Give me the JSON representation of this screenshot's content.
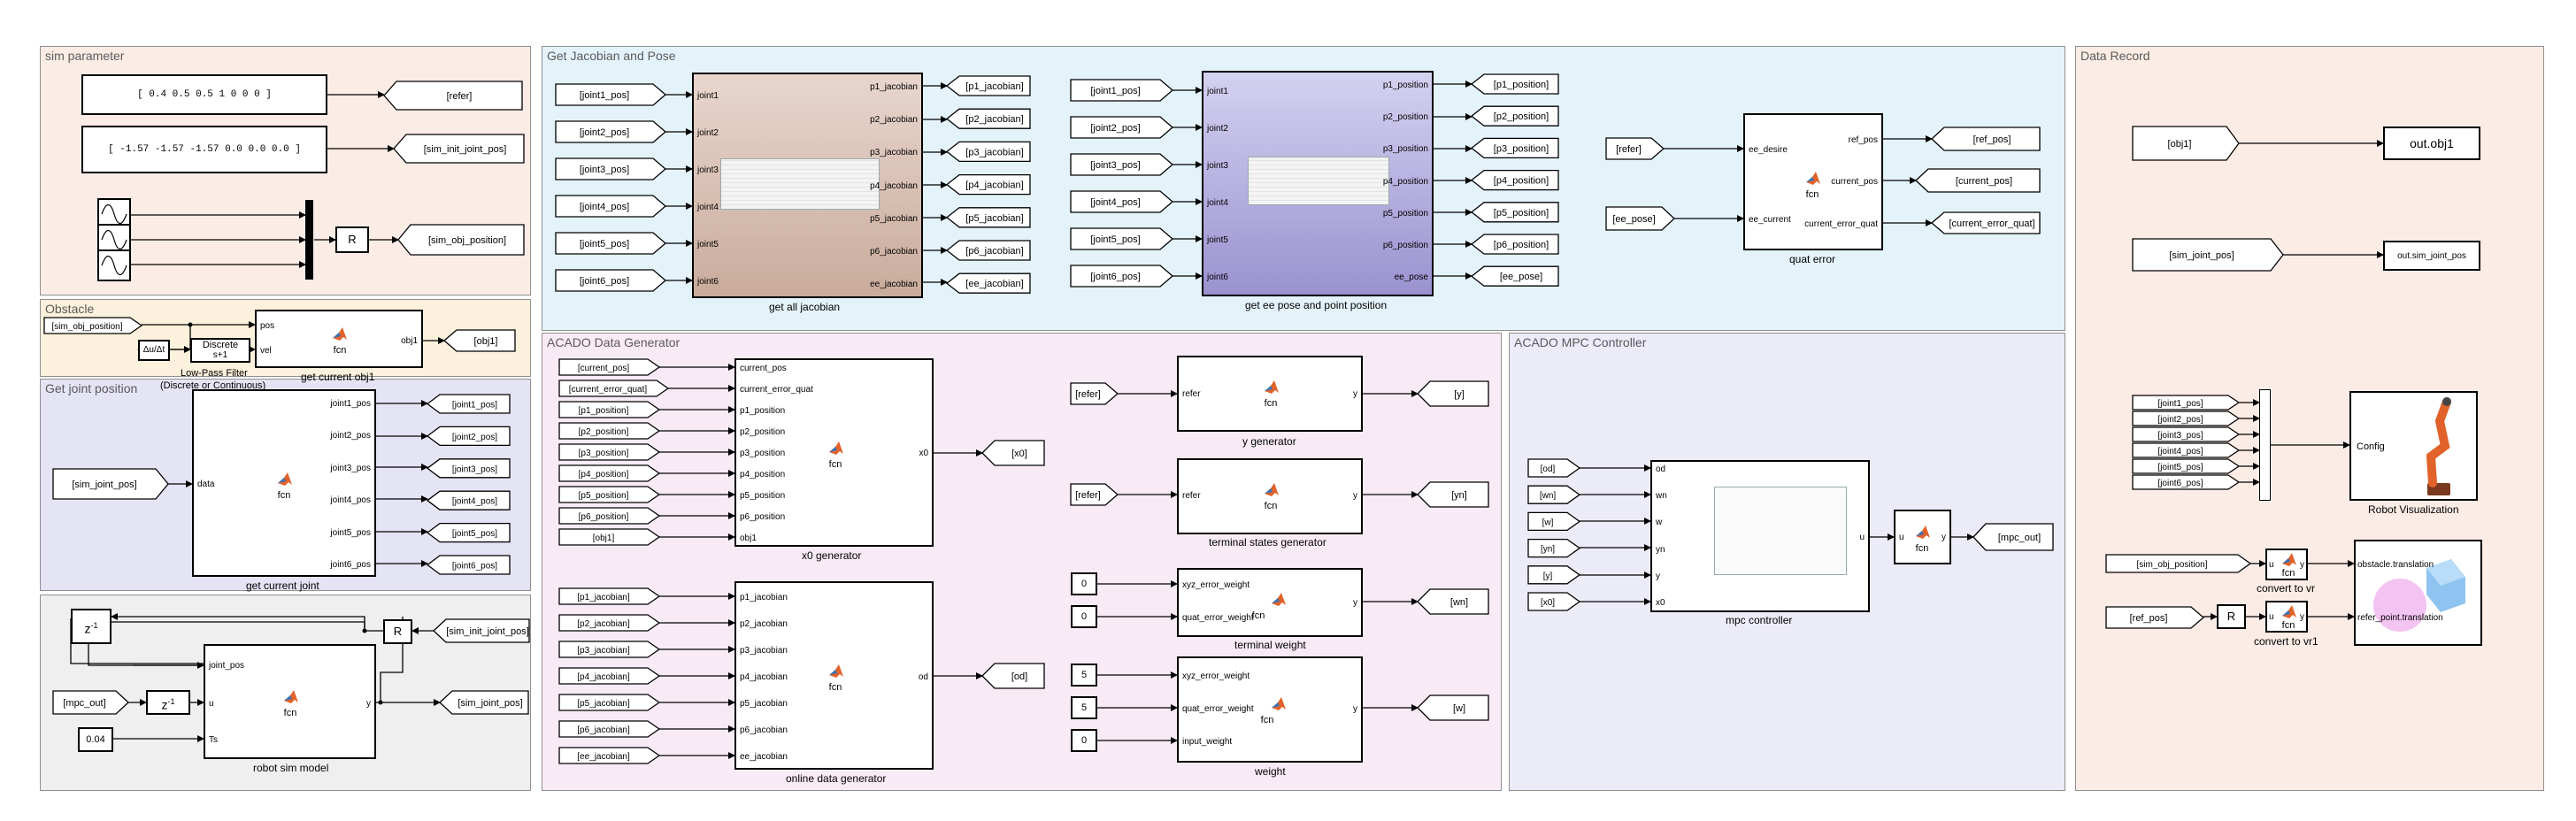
{
  "areas": {
    "sim_parameter": "sim parameter",
    "obstacle": "Obstacle",
    "get_joint_position": "Get joint position",
    "get_jacobian": "Get Jacobian and Pose",
    "acado_data": "ACADO Data Generator",
    "acado_mpc": "ACADO MPC Controller",
    "data_record": "Data Record"
  },
  "constants": {
    "refer_vec": "[  0.4  0.5  0.5    1    0    0    0  ]",
    "init_joint_vec": "[  -1.57  -1.57  -1.57    0.0    0.0    0.0  ]",
    "ts": "0.04",
    "tw_xyz": "0",
    "tw_quat": "0",
    "w_xyz": "5",
    "w_quat": "5",
    "w_input": "0"
  },
  "tags": {
    "refer": "[refer]",
    "sim_init_joint_pos": "[sim_init_joint_pos]",
    "sim_obj_position": "[sim_obj_position]",
    "sim_obj_position_short": "[sim_obj_position]",
    "obj1": "[obj1]",
    "mpc_out": "[mpc_out]",
    "sim_joint_pos": "[sim_joint_pos]",
    "joint1": "[joint1_pos]",
    "joint2": "[joint2_pos]",
    "joint3": "[joint3_pos]",
    "joint4": "[joint4_pos]",
    "joint5": "[joint5_pos]",
    "joint6": "[joint6_pos]",
    "p1_jacobian": "[p1_jacobian]",
    "p2_jacobian": "[p2_jacobian]",
    "p3_jacobian": "[p3_jacobian]",
    "p4_jacobian": "[p4_jacobian]",
    "p5_jacobian": "[p5_jacobian]",
    "p6_jacobian": "[p6_jacobian]",
    "ee_jacobian": "[ee_jacobian]",
    "p1_position": "[p1_position]",
    "p2_position": "[p2_position]",
    "p3_position": "[p3_position]",
    "p4_position": "[p4_position]",
    "p5_position": "[p5_position]",
    "p6_position": "[p6_position]",
    "ee_pose": "[ee_pose]",
    "ref_pos": "[ref_pos]",
    "current_pos": "[current_pos]",
    "current_error_quat": "[current_error_quat]",
    "x0": "[x0]",
    "od": "[od]",
    "y": "[y]",
    "yn": "[yn]",
    "wn": "[wn]",
    "w": "[w]"
  },
  "blocks": {
    "get_current_obj1": "get current obj1",
    "low_pass": "Low-Pass Filter",
    "low_pass_sub": "(Discrete or Continuous)",
    "discrete_tf": "Discrete",
    "get_current_joint": "get current joint",
    "robot_sim_model": "robot sim model",
    "get_all_jacobian": "get all jacobian",
    "get_ee_pose": "get ee pose and point position",
    "quat_error": "quat error",
    "x0_generator": "x0 generator",
    "online_data_generator": "online data generator",
    "y_generator": "y generator",
    "terminal_states_generator": "terminal states generator",
    "terminal_weight": "terminal weight",
    "weight": "weight",
    "mpc_controller": "mpc controller",
    "robot_visualization": "Robot Visualization",
    "convert_to_vr": "convert to vr",
    "convert_to_vr1": "convert to vr1",
    "out_obj1": "out.obj1",
    "out_sim_joint_pos": "out.sim_joint_pos",
    "fcn": "fcn",
    "R": "R",
    "z_inv": "z",
    "config": "Config",
    "obstacle_translation": "obstacle.translation",
    "refer_point_translation": "refer_point.translation"
  },
  "ports": {
    "joint_in": [
      "joint1",
      "joint2",
      "joint3",
      "joint4",
      "joint5",
      "joint6"
    ],
    "joint_pos_out": [
      "joint1_pos",
      "joint2_pos",
      "joint3_pos",
      "joint4_pos",
      "joint5_pos",
      "joint6_pos"
    ],
    "jacobian_out": [
      "p1_jacobian",
      "p2_jacobian",
      "p3_jacobian",
      "p4_jacobian",
      "p5_jacobian",
      "p6_jacobian",
      "ee_jacobian"
    ],
    "position_out": [
      "p1_position",
      "p2_position",
      "p3_position",
      "p4_position",
      "p5_position",
      "p6_position",
      "ee_pose"
    ],
    "x0_in": [
      "current_pos",
      "current_error_quat",
      "p1_position",
      "p2_position",
      "p3_position",
      "p4_position",
      "p5_position",
      "p6_position",
      "obj1"
    ],
    "od_in": [
      "p1_jacobian",
      "p2_jacobian",
      "p3_jacobian",
      "p4_jacobian",
      "p5_jacobian",
      "p6_jacobian",
      "ee_jacobian"
    ],
    "mpc_in": [
      "od",
      "wn",
      "w",
      "yn",
      "y",
      "x0"
    ],
    "quat_in": [
      "ee_desire",
      "ee_current"
    ],
    "quat_out": [
      "ref_pos",
      "current_pos",
      "current_error_quat"
    ],
    "misc": {
      "data": "data",
      "pos": "pos",
      "vel": "vel",
      "obj1": "obj1",
      "joint_pos": "joint_pos",
      "u": "u",
      "ts": "Ts",
      "y": "y",
      "x0": "x0",
      "od": "od",
      "refer": "refer",
      "xyz_error_weight": "xyz_error_weight",
      "quat_error_weight": "quat_error_weight",
      "input_weight": "input_weight"
    }
  },
  "colors": {
    "sim_parameter_bg": "#fbece6",
    "obstacle_bg": "#fcf1dc",
    "joint_bg": "#e4e4f5",
    "robot_bg": "#efefef",
    "jacobian_bg": "#e4f3fa",
    "acado_data_bg": "#f9ebf5",
    "acado_mpc_bg": "#ecebf8",
    "data_record_bg": "#fbece6",
    "tag_fill": "#ffffff",
    "matlab_logo": "#e1622a"
  }
}
